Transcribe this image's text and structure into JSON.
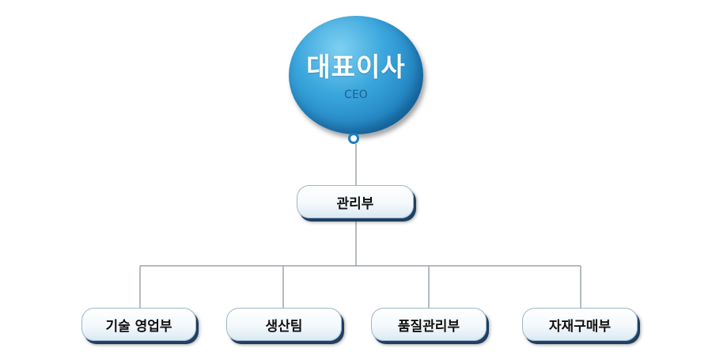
{
  "ceo": {
    "title": "대표이사",
    "subtitle": "CEO"
  },
  "management": {
    "label": "관리부"
  },
  "departments": [
    {
      "label": "기술 영업부"
    },
    {
      "label": "생산팀"
    },
    {
      "label": "품질관리부"
    },
    {
      "label": "자재구매부"
    }
  ],
  "colors": {
    "ceo_circle": "#2a8fcc",
    "connector": "#9aa4ad",
    "box_shadow": "#1f3f63"
  }
}
